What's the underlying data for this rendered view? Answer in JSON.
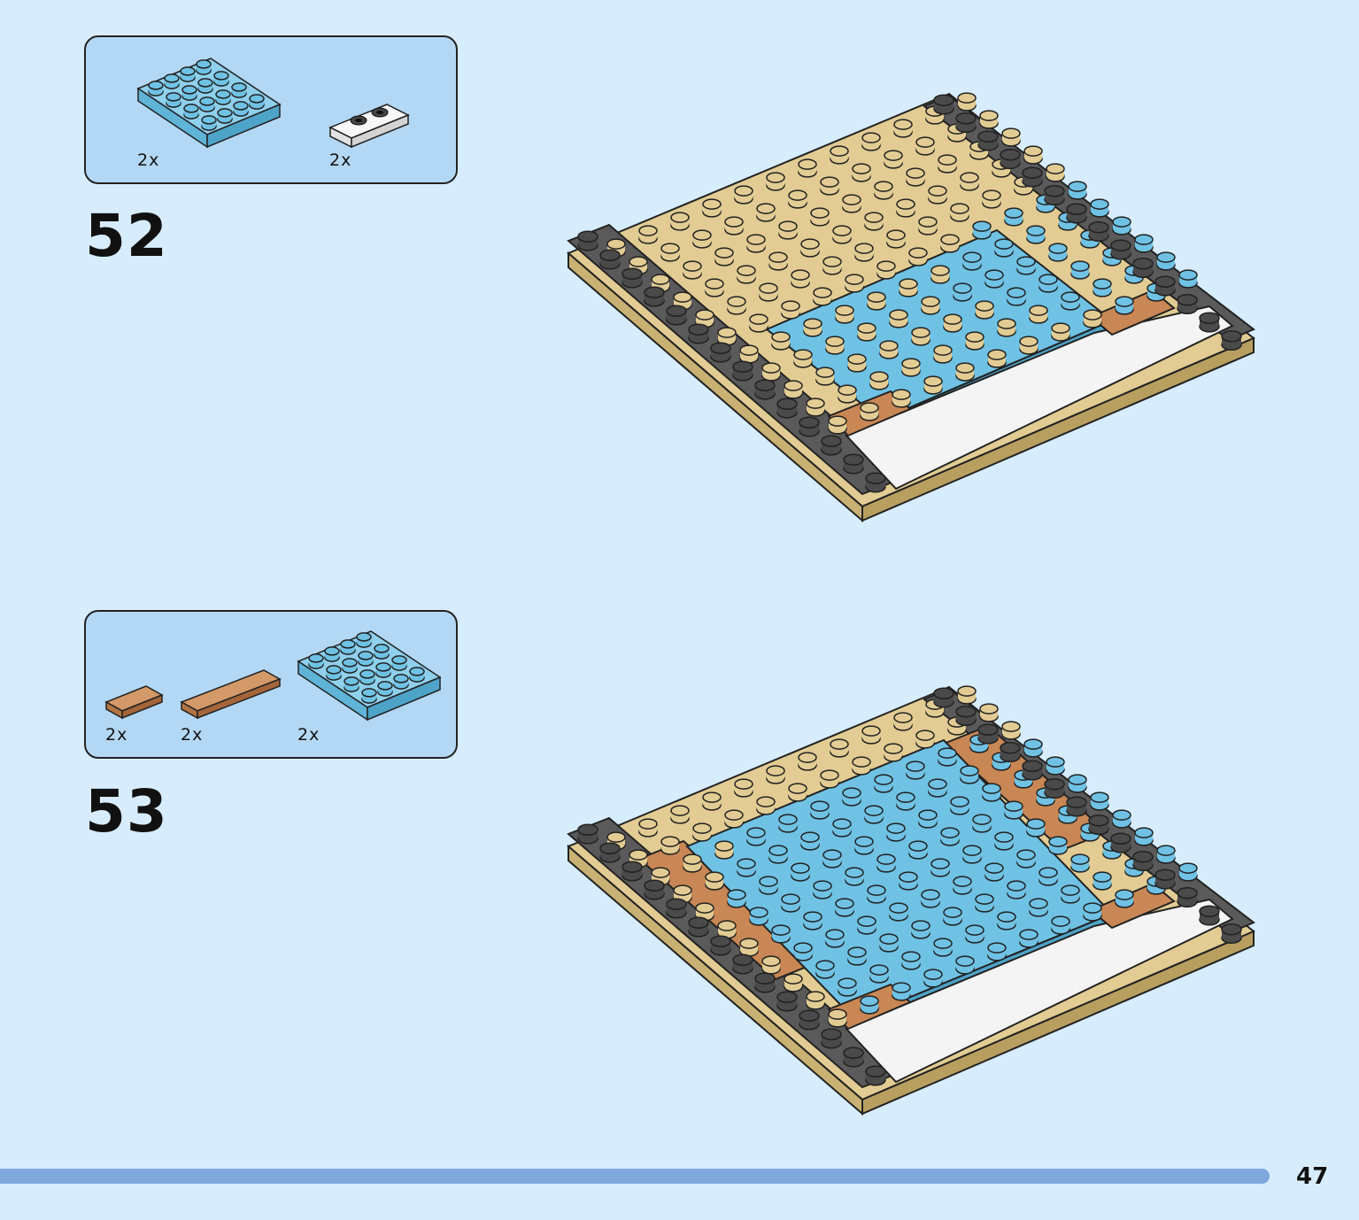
{
  "steps": [
    {
      "number": "52",
      "parts": [
        {
          "qty": "2x",
          "color": "#6fc2e4",
          "icon": "light-blue-4x4-plate"
        },
        {
          "qty": "2x",
          "color": "#f4f4f4",
          "icon": "white-1x3-jumper-plate"
        }
      ]
    },
    {
      "number": "53",
      "parts": [
        {
          "qty": "2x",
          "color": "#c88755",
          "icon": "brown-1x2-tile"
        },
        {
          "qty": "2x",
          "color": "#c88755",
          "icon": "brown-1x4-tile"
        },
        {
          "qty": "2x",
          "color": "#6fc2e4",
          "icon": "light-blue-4x4-plate"
        }
      ]
    }
  ],
  "page_number": "47",
  "colors": {
    "background": "#d7edfd",
    "parts_box": "#b3d8f5",
    "footer_bar": "#7ea8dc",
    "tan": "#e2cc93",
    "dark_gray": "#595959",
    "light_blue": "#6fc2e4",
    "brown": "#c88755",
    "white": "#f4f4f4"
  }
}
